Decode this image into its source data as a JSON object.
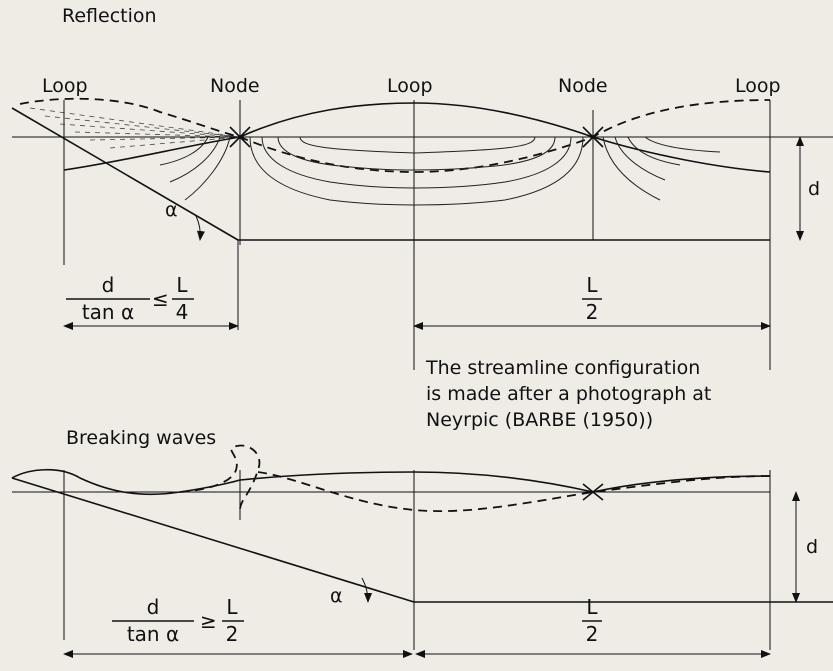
{
  "reflection": {
    "title": "Reflection",
    "labels": {
      "loop_left": "Loop",
      "node_left": "Node",
      "loop_center": "Loop",
      "node_right": "Node",
      "loop_right": "Loop"
    },
    "depth_label": "d",
    "alpha_label": "α",
    "criterion": {
      "numerator": "d",
      "denominator": "tan α",
      "relation": "≤",
      "frac_num": "L",
      "frac_den": "4"
    },
    "half_wavelength": {
      "num": "L",
      "den": "2"
    }
  },
  "note": {
    "line1": "The streamline configuration",
    "line2": "is made after a photograph at",
    "line3": "Neyrpic (BARBE (1950))"
  },
  "breaking": {
    "title": "Breaking waves",
    "depth_label": "d",
    "alpha_label": "α",
    "criterion": {
      "numerator": "d",
      "denominator": "tan α",
      "relation": "≥",
      "frac_num": "L",
      "frac_den": "2"
    },
    "half_wavelength": {
      "num": "L",
      "den": "2"
    }
  }
}
